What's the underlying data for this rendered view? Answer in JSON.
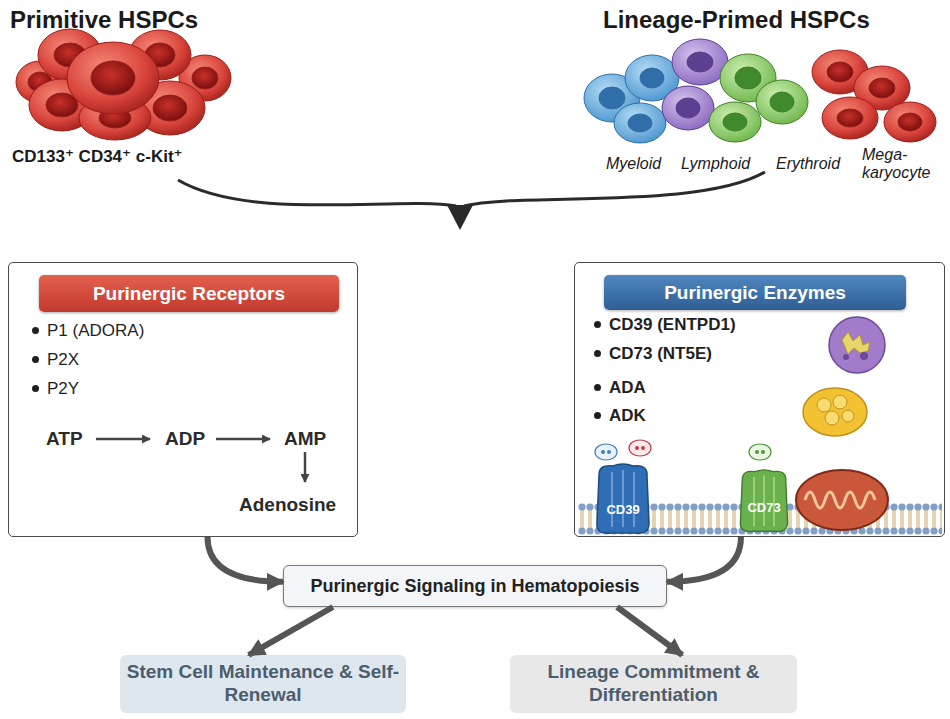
{
  "diagram": {
    "nodes": [
      {
        "text": [
          "P1 (ADORA)",
          "P2X",
          "P2Y",
          "ATP",
          "ADP",
          "AMP",
          "Adenosine"
        ]
      },
      {
        "text": [
          "Purinergic Receptors"
        ],
        "in": 0
      },
      {
        "text": [
          "CD39 (ENTPD1)",
          "CD73 (NT5E)",
          "ADA",
          "ADK"
        ]
      },
      {
        "text": [
          "Purinergic Enzymes"
        ],
        "in": 2
      },
      {
        "text": [
          "CD39"
        ],
        "in": 2
      },
      {
        "text": [
          "CD73"
        ],
        "in": 2
      },
      {
        "text": [
          "Purinergic Signaling in Hematopoiesis"
        ]
      },
      {
        "text": [
          "Stem Cell Maintenance & Self-Renewal"
        ]
      },
      {
        "text": [
          "Lineage Commitment & Differentiation"
        ]
      }
    ],
    "edges": [
      {
        "from": 0,
        "to": 6,
        "arrow": "to"
      },
      {
        "from": 2,
        "to": 6,
        "arrow": "to"
      },
      {
        "from": 6,
        "to": 7,
        "arrow": "to"
      },
      {
        "from": 6,
        "to": 8,
        "arrow": "to"
      }
    ],
    "labels": [
      "Primitive HSPCs",
      "CD133⁺ CD34⁺ c-Kit⁺",
      "Lineage-Primed HSPCs",
      "Myeloid",
      "Lymphoid",
      "Erythroid",
      "Mega- karyocyte"
    ]
  }
}
